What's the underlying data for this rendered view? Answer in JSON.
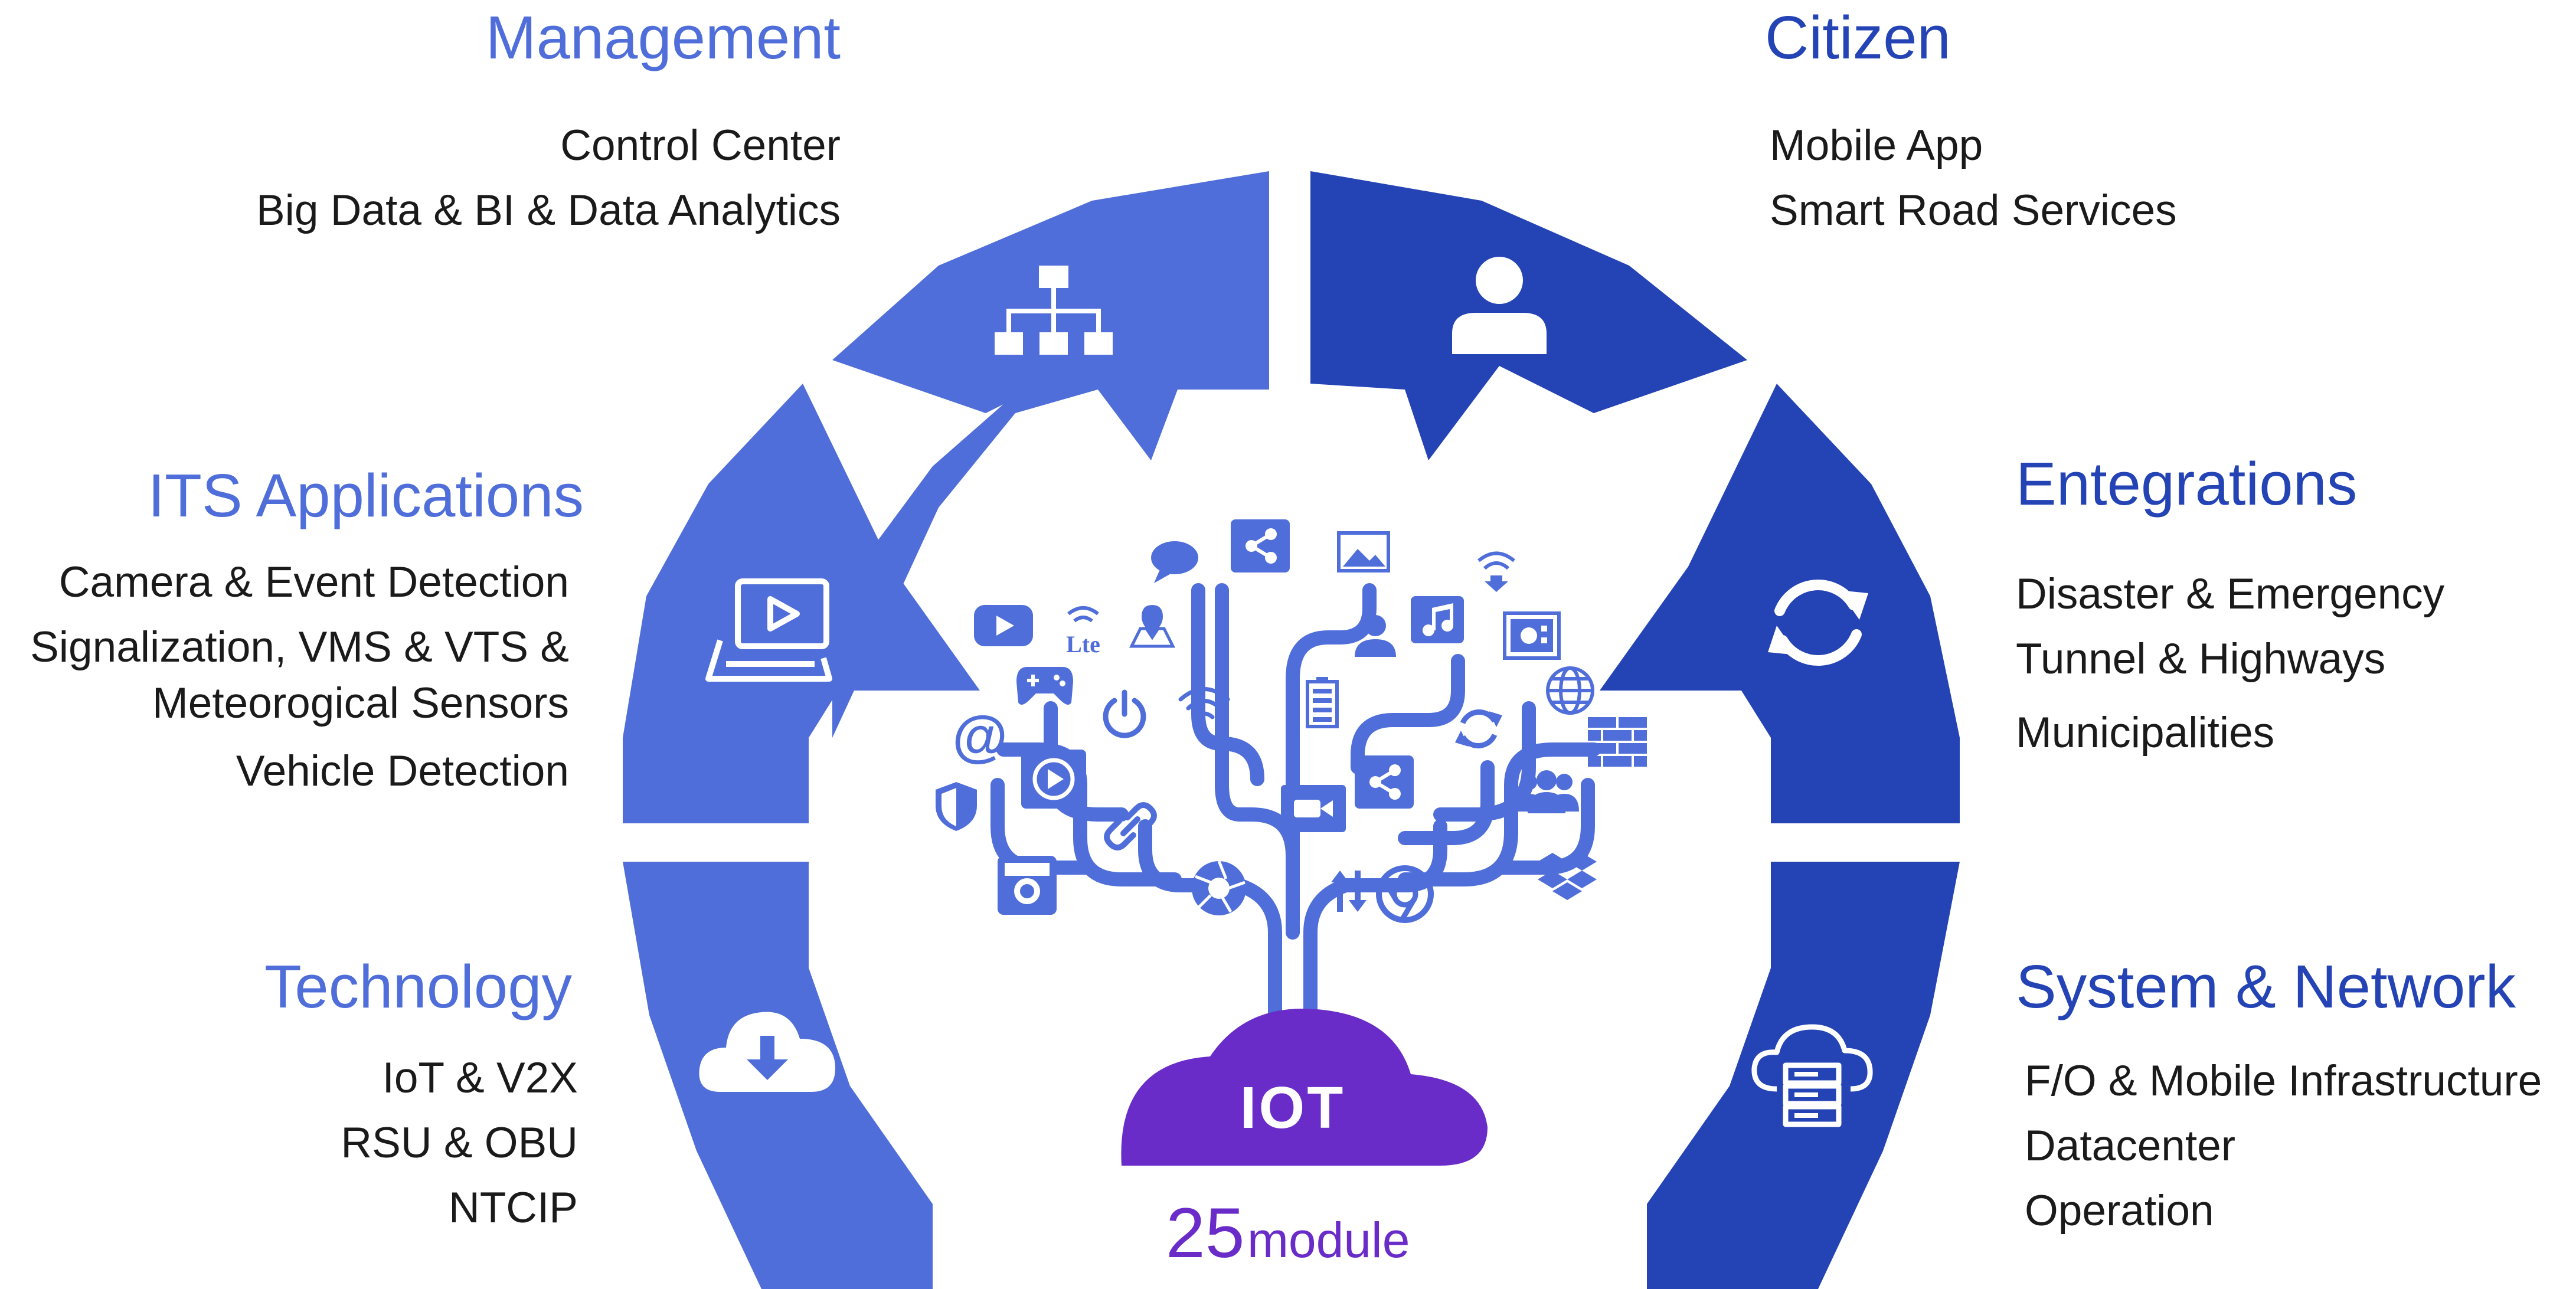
{
  "segments": [
    {
      "id": "management",
      "title": "Management",
      "items": [
        "Control Center",
        "Big Data & BI & Data Analytics"
      ],
      "icon": "org-chart-icon",
      "color": "#4f6ed9"
    },
    {
      "id": "its",
      "title": "ITS Applications",
      "items": [
        "Camera & Event Detection",
        "Signalization, VMS & VTS &",
        "Meteorogical Sensors",
        "Vehicle Detection"
      ],
      "icon": "presentation-icon",
      "color": "#4f6ed9"
    },
    {
      "id": "technology",
      "title": "Technology",
      "items": [
        "IoT & V2X",
        "RSU & OBU",
        "NTCIP"
      ],
      "icon": "cloud-download-icon",
      "color": "#4f6ed9"
    },
    {
      "id": "citizen",
      "title": "Citizen",
      "items": [
        "Mobile App",
        "Smart Road Services"
      ],
      "icon": "user-icon",
      "color": "#2443b5"
    },
    {
      "id": "integrations",
      "title": "Entegrations",
      "items": [
        "Disaster & Emergency",
        "Tunnel & Highways",
        "Municipalities"
      ],
      "icon": "sync-icon",
      "color": "#2443b5"
    },
    {
      "id": "system",
      "title": "System & Network",
      "items": [
        "F/O & Mobile Infrastructure",
        "Datacenter",
        "Operation"
      ],
      "icon": "cloud-server-icon",
      "color": "#2443b5"
    }
  ],
  "center": {
    "cloud_label": "IOT",
    "count": "25",
    "count_unit": "module",
    "cloud_color": "#6a2cc8",
    "tree_color": "#4f6ed9",
    "tree_icons": [
      "share-icon",
      "chat-icon",
      "image-icon",
      "broadcast-icon",
      "youtube-icon",
      "lte-icon",
      "map-icon",
      "user-icon",
      "music-icon",
      "safe-icon",
      "gamepad-icon",
      "power-icon",
      "wifi-icon",
      "battery-icon",
      "sync-icon",
      "globe-icon",
      "at-icon",
      "play-icon",
      "share-icon",
      "group-icon",
      "firewall-icon",
      "shield-icon",
      "link-icon",
      "video-icon",
      "camera-icon",
      "aperture-icon",
      "transfer-icon",
      "chrome-icon",
      "dropbox-icon"
    ]
  },
  "colors": {
    "light": "#4f6ed9",
    "dark": "#2443b5",
    "heading_light": "#4f6ed9",
    "heading_dark": "#2443b5",
    "text": "#1a1a1a",
    "purple": "#6a2cc8"
  }
}
